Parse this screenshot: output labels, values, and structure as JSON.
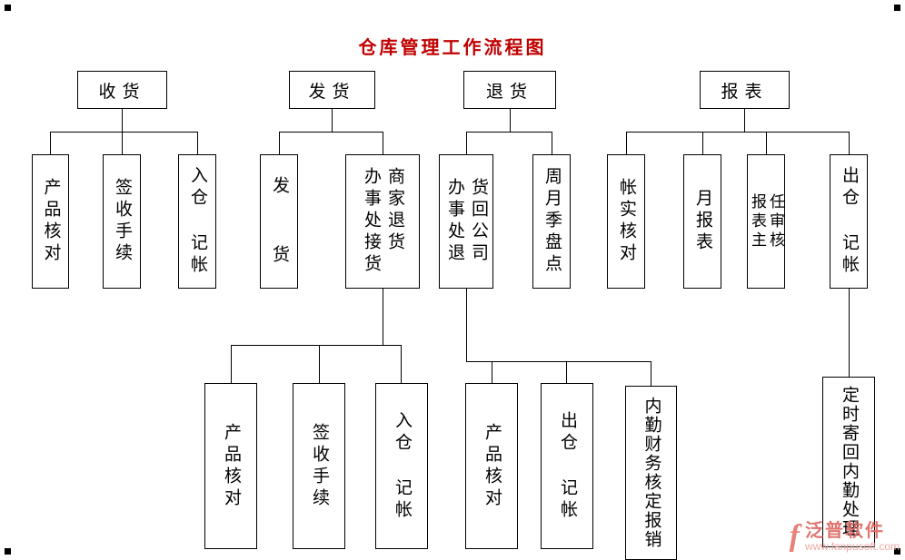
{
  "title": "仓库管理工作流程图",
  "diagram_type": "flowchart",
  "branches": [
    {
      "label": "收货",
      "children": [
        "产品核对",
        "签收手续",
        "入仓 记帐"
      ]
    },
    {
      "label": "发货",
      "children": [
        "发  货",
        "办事处接货\n商家退货"
      ],
      "grandchildren": [
        "产品核对",
        "签收手续",
        "入仓 记帐"
      ]
    },
    {
      "label": "退货",
      "children": [
        "办事处退\n货回公司",
        "周月季盘点"
      ],
      "grandchildren": [
        "产品核对",
        "出仓 记帐",
        "内勤财务核定报销"
      ]
    },
    {
      "label": "报表",
      "children": [
        "帐实核对",
        "月报表",
        "报表主\n任审核",
        "出仓 记帐"
      ],
      "grandchildren": [
        "定时寄回内勤处理"
      ]
    }
  ],
  "watermark": {
    "logo": "fanpu-logo",
    "name": "泛普软件",
    "url": "www.fanpusoft.com"
  },
  "colors": {
    "title": "#c00000",
    "line": "#000000",
    "box_border": "#000000",
    "box_fill": "#ffffff",
    "watermark_name": "#dd6a64",
    "watermark_url": "#eda39e"
  }
}
